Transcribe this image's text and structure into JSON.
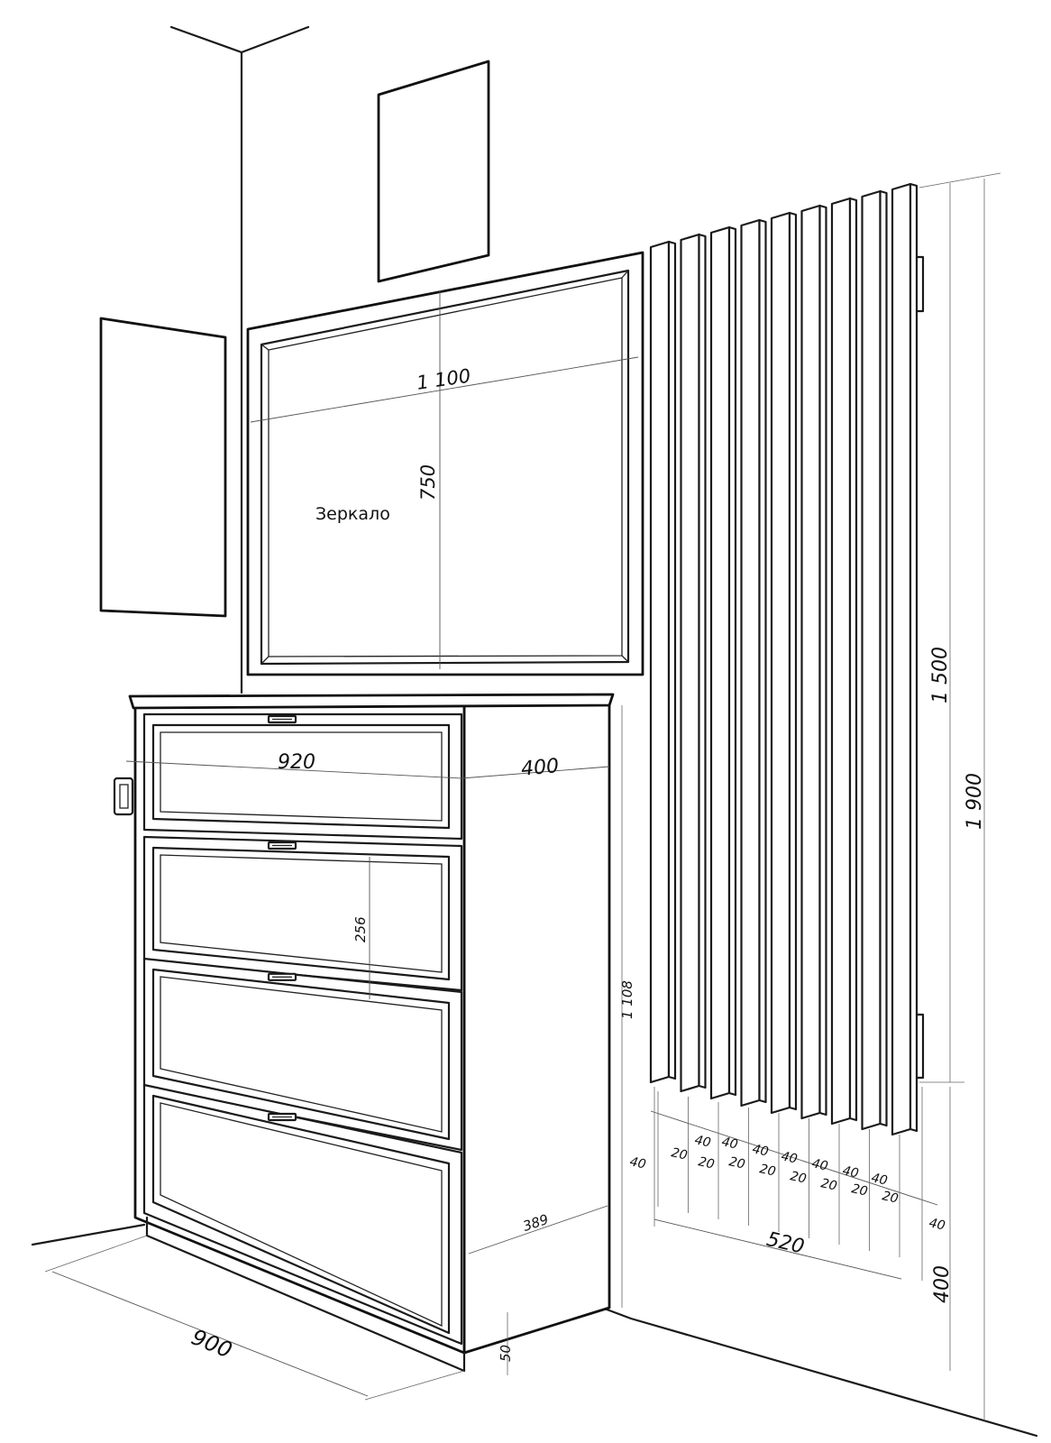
{
  "labels": {
    "mirror": "Зеркало"
  },
  "dimensions": {
    "mirror_width": "1 100",
    "mirror_height": "750",
    "dresser_front_width": "920",
    "dresser_depth": "400",
    "drawer_height": "256",
    "dresser_height": "1 108",
    "dresser_inner_depth": "389",
    "dresser_width": "900",
    "plinth_height": "50",
    "panel_height": "1 500",
    "total_height": "1 900",
    "panel_width": "520",
    "panel_gap_from_floor": "400",
    "slat_width": "40",
    "slat_gap": "20"
  }
}
